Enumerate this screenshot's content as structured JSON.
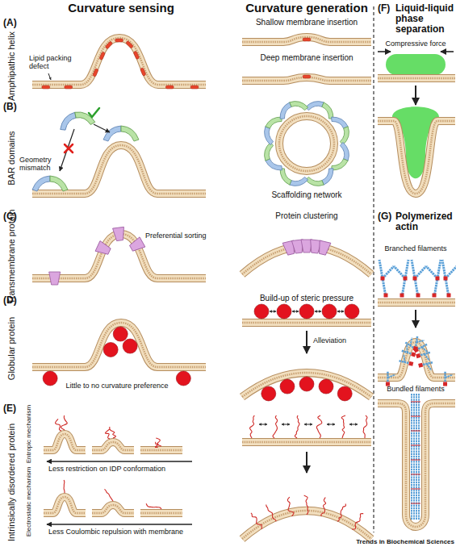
{
  "diagram": {
    "labels": [
      "Curvature sensing",
      "Curvature generation",
      "(A)",
      "Amphipathic helix",
      "Lipid packing defect",
      "Shallow membrane insertion",
      "Deep membrane insertion",
      "(B)",
      "BAR domains",
      "Geometry mismatch",
      "Scaffolding network",
      "(C)",
      "Transmembrane protein",
      "Preferential sorting",
      "Protein clustering",
      "(D)",
      "Globular protein",
      "Build-up of steric pressure",
      "Alleviation",
      "Little to no curvature preference",
      "(E)",
      "Intrinsically disordered protein",
      "Entropic mechanism",
      "Electrostatic mechanism",
      "Less restriction on IDP conformation",
      "Less Coulombic repulsion with membrane",
      "(F)",
      "Liquid-liquid phase separation",
      "Compressive force",
      "(G)",
      "Polymerized actin",
      "Branched filaments",
      "Bundled filaments",
      "Trends in Biochemical Sciences"
    ]
  }
}
